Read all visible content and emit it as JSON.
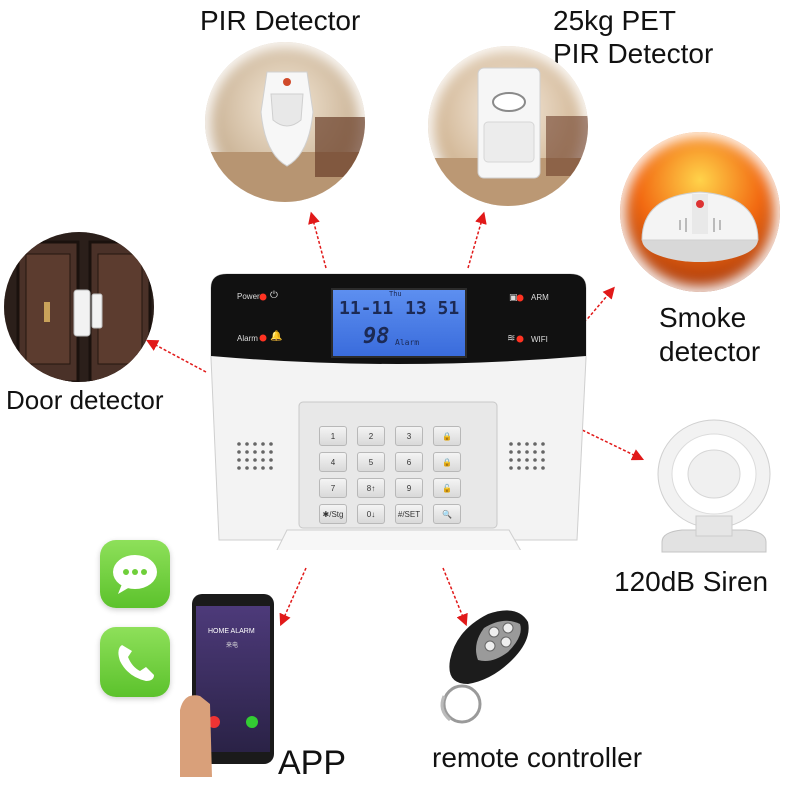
{
  "labels": {
    "pir_detector": "PIR Detector",
    "pet_pir_line1": "25kg PET",
    "pet_pir_line2": "PIR Detector",
    "smoke_line1": "Smoke",
    "smoke_line2": "detector",
    "door_detector": "Door detector",
    "siren": "120dB Siren",
    "app": "APP",
    "remote": "remote controller"
  },
  "panel": {
    "power_label": "Power",
    "alarm_label": "Alarm",
    "arm_label": "ARM",
    "wifi_label": "WIFI",
    "lcd_day": "Thu",
    "lcd_date": "11-11",
    "lcd_time": "13 51",
    "lcd_zone": "98",
    "lcd_alarm": "Alarm",
    "keys": [
      "1",
      "2",
      "3",
      "🔒",
      "4",
      "5",
      "6",
      "🔒",
      "7",
      "8↑",
      "9",
      "🔓",
      "✱/Stg",
      "0↓",
      "#/SET",
      "🔍"
    ]
  },
  "phone": {
    "screen_title": "HOME ALARM",
    "screen_sub": "来电"
  },
  "colors": {
    "arrow": "#e11919",
    "lcd": "#4a7ee8",
    "panel_top": "#111111",
    "chat_green": "#6fcf3a"
  }
}
